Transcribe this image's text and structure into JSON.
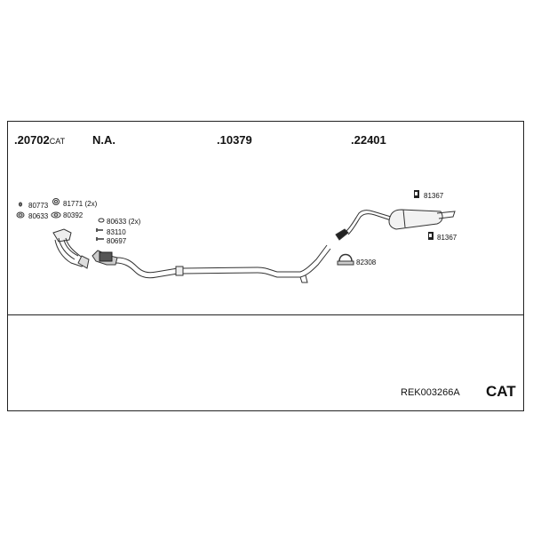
{
  "header": {
    "part_1_number": ".20702",
    "part_1_suffix": "CAT",
    "part_2": "N.A.",
    "part_3": ".10379",
    "part_4": ".22401"
  },
  "labels": {
    "l80773": "80773",
    "l80633a": "80633",
    "l81771": "81771 (2x)",
    "l80392": "80392",
    "l80633b": "80633 (2x)",
    "l83110": "83110",
    "l80697": "80697",
    "l81367a": "81367",
    "l81367b": "81367",
    "l82308": "82308"
  },
  "footer": {
    "kit_code": "REK003266A",
    "type": "CAT"
  }
}
